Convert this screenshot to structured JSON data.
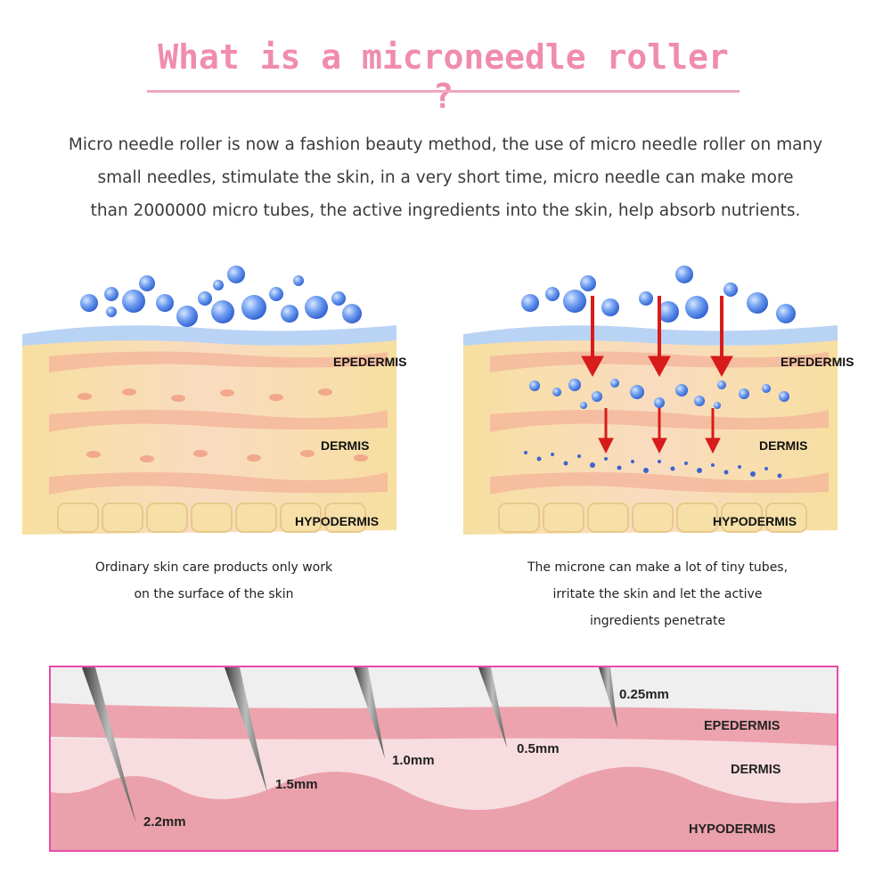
{
  "title": "What is a microneedle roller ?",
  "intro": {
    "lines": [
      "Micro needle roller is now a fashion beauty method, the use of micro needle roller on many",
      "small needles, stimulate the skin, in a very short time, micro needle can make more",
      "than 2000000 micro tubes, the active ingredients into the skin, help absorb nutrients."
    ]
  },
  "left_panel": {
    "layers": [
      "EPEDERMIS",
      "DERMIS",
      "HYPODERMIS"
    ],
    "caption_lines": [
      "Ordinary skin care products only work",
      "on the surface of the skin"
    ]
  },
  "right_panel": {
    "layers": [
      "EPEDERMIS",
      "DERMIS",
      "HYPODERMIS"
    ],
    "caption_lines": [
      "The microne can make a lot of tiny tubes,",
      "irritate the skin and let the active",
      "ingredients penetrate"
    ]
  },
  "needle_depths": {
    "needles": [
      "2.2mm",
      "1.5mm",
      "1.0mm",
      "0.5mm",
      "0.25mm"
    ],
    "layers": [
      "EPEDERMIS",
      "DERMIS",
      "HYPODERMIS"
    ]
  },
  "colors": {
    "title": "#f08cb0",
    "frame_border": "#e94ba9",
    "arrow": "#d81b1b",
    "bubble": "#4a7fe0"
  }
}
